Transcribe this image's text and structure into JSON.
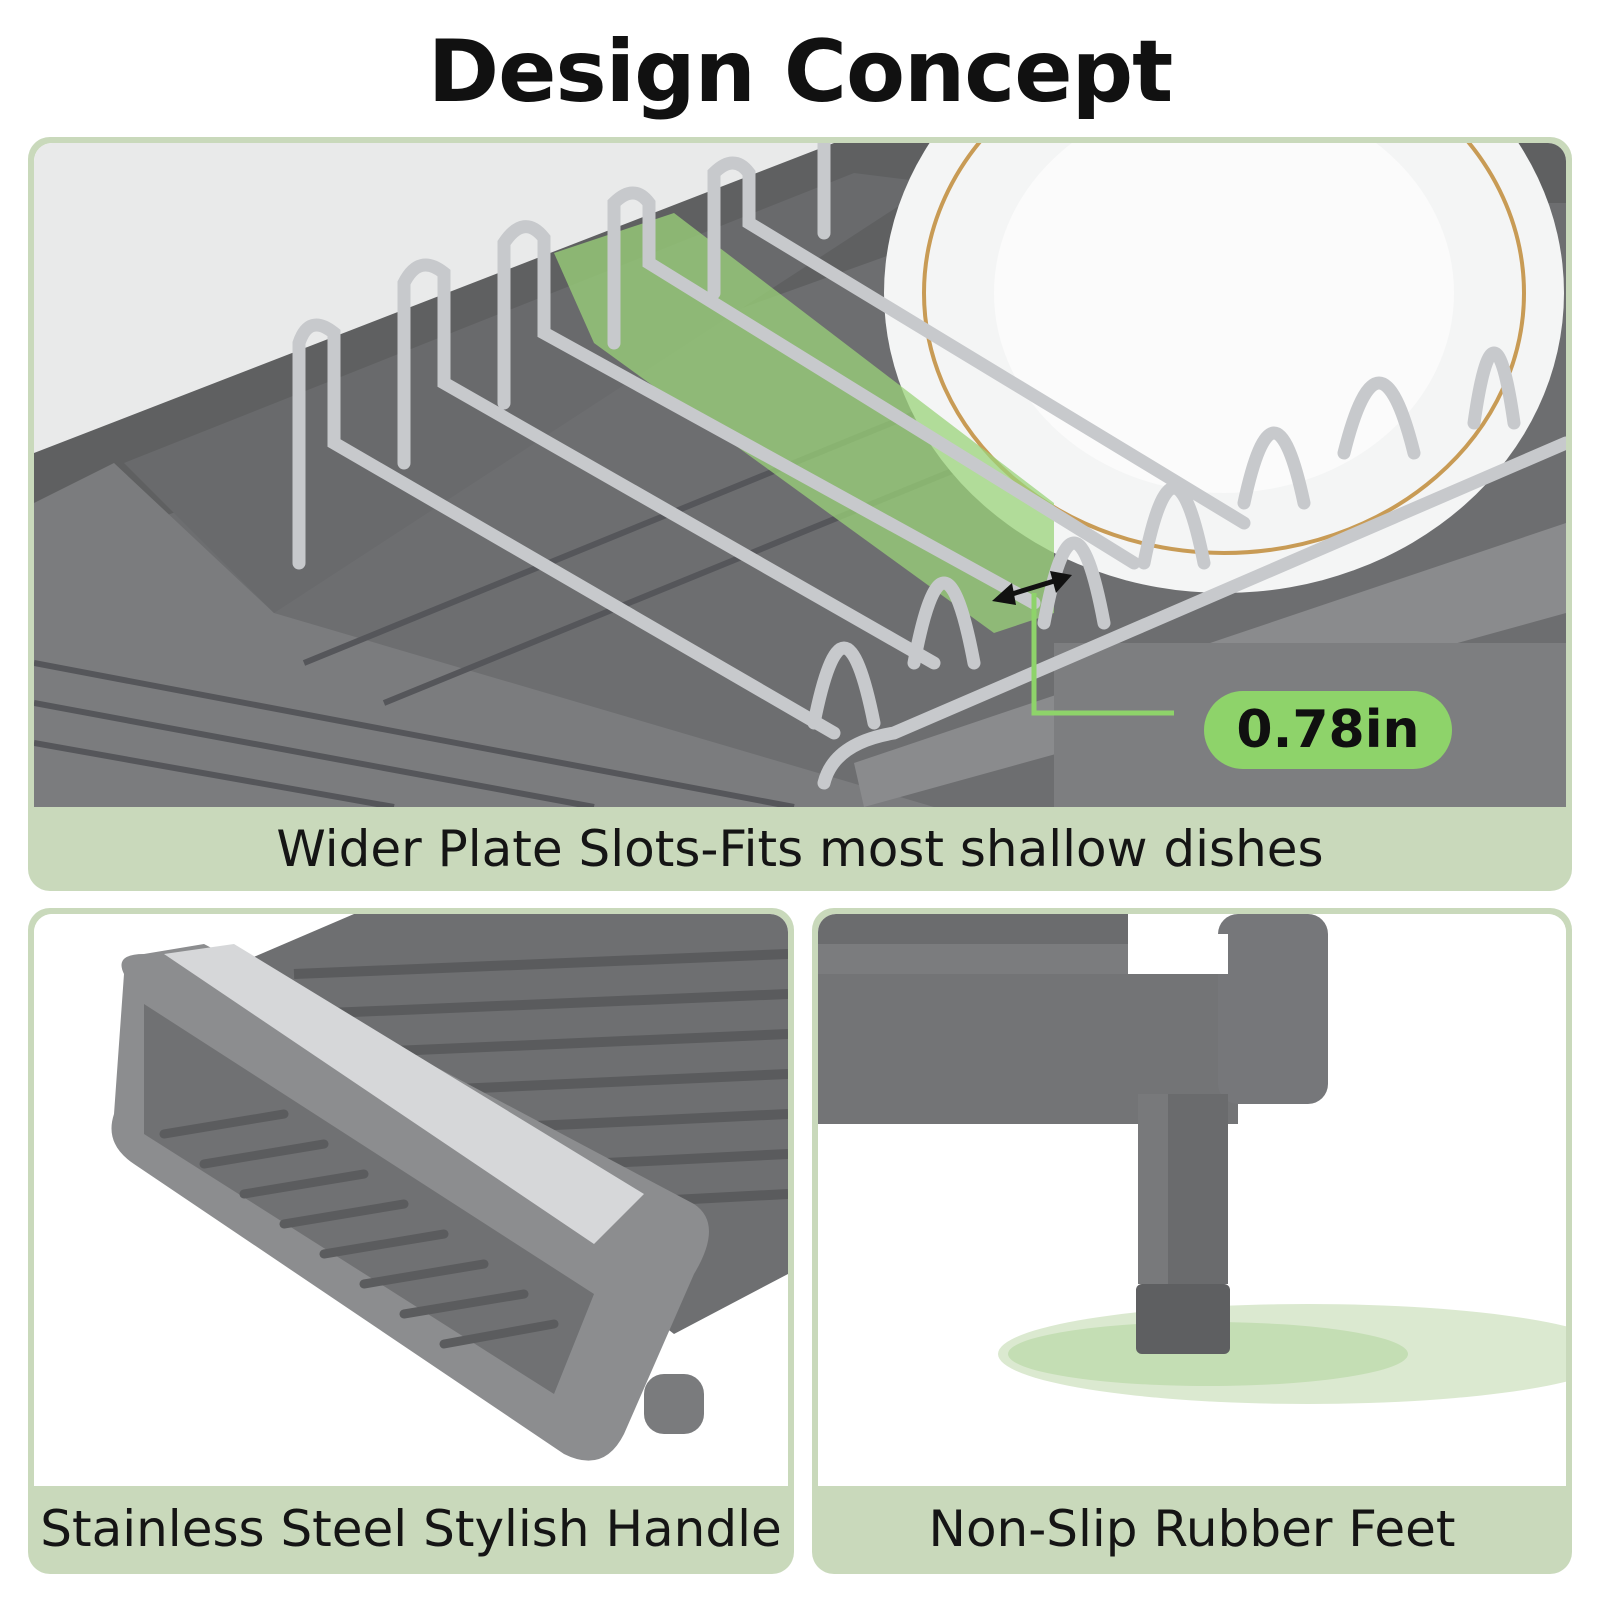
{
  "title": "Design Concept",
  "panels": {
    "top": {
      "caption": "Wider Plate Slots-Fits most shallow dishes",
      "measurement": "0.78in"
    },
    "bottom_left": {
      "caption": "Stainless Steel Stylish Handle"
    },
    "bottom_right": {
      "caption": "Non-Slip Rubber Feet"
    }
  },
  "colors": {
    "panel_background": "#c9d9bb",
    "accent_green": "#8ed36a",
    "rack_gray": "#707070"
  }
}
